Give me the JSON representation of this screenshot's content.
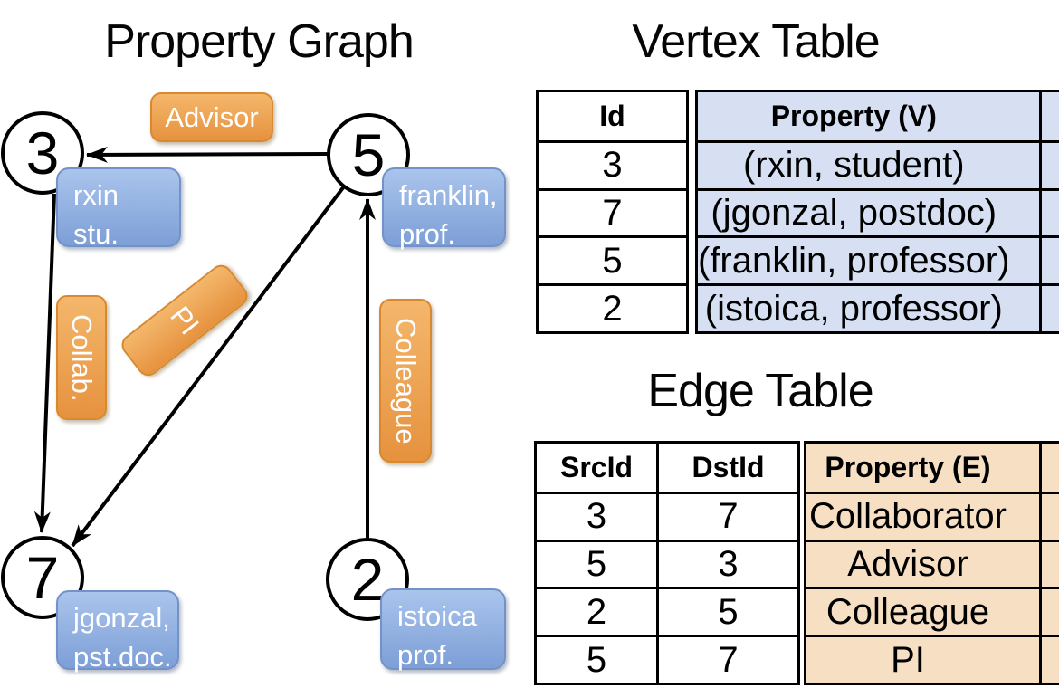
{
  "slide": {
    "graph_title": "Property Graph",
    "vertex_table_title": "Vertex Table",
    "edge_table_title": "Edge Table"
  },
  "graph": {
    "nodes": [
      {
        "id": "3",
        "prop_line1": "rxin",
        "prop_line2": "stu."
      },
      {
        "id": "5",
        "prop_line1": "franklin,",
        "prop_line2": "prof."
      },
      {
        "id": "7",
        "prop_line1": "jgonzal,",
        "prop_line2": "pst.doc."
      },
      {
        "id": "2",
        "prop_line1": "istoica",
        "prop_line2": "prof."
      }
    ],
    "edges": [
      {
        "label": "Advisor",
        "src": "5",
        "dst": "3"
      },
      {
        "label": "Collab.",
        "src": "3",
        "dst": "7"
      },
      {
        "label": "PI",
        "src": "5",
        "dst": "7"
      },
      {
        "label": "Colleague",
        "src": "2",
        "dst": "5"
      }
    ]
  },
  "vertex_table": {
    "columns": [
      "Id",
      "Property (V)"
    ],
    "rows": [
      [
        "3",
        "(rxin, student)"
      ],
      [
        "7",
        "(jgonzal, postdoc)"
      ],
      [
        "5",
        "(franklin, professor)"
      ],
      [
        "2",
        "(istoica, professor)"
      ]
    ]
  },
  "edge_table": {
    "columns": [
      "SrcId",
      "DstId",
      "Property (E)"
    ],
    "rows": [
      [
        "3",
        "7",
        "Collaborator"
      ],
      [
        "5",
        "3",
        "Advisor"
      ],
      [
        "2",
        "5",
        "Colleague"
      ],
      [
        "5",
        "7",
        "PI"
      ]
    ]
  },
  "colors": {
    "edge_label_orange": "#EDA14F",
    "vertex_label_blue": "#8FAEDC",
    "vertex_table_fill": "#D6E0F2",
    "edge_table_fill": "#F6DFC3",
    "stroke": "#000000"
  }
}
